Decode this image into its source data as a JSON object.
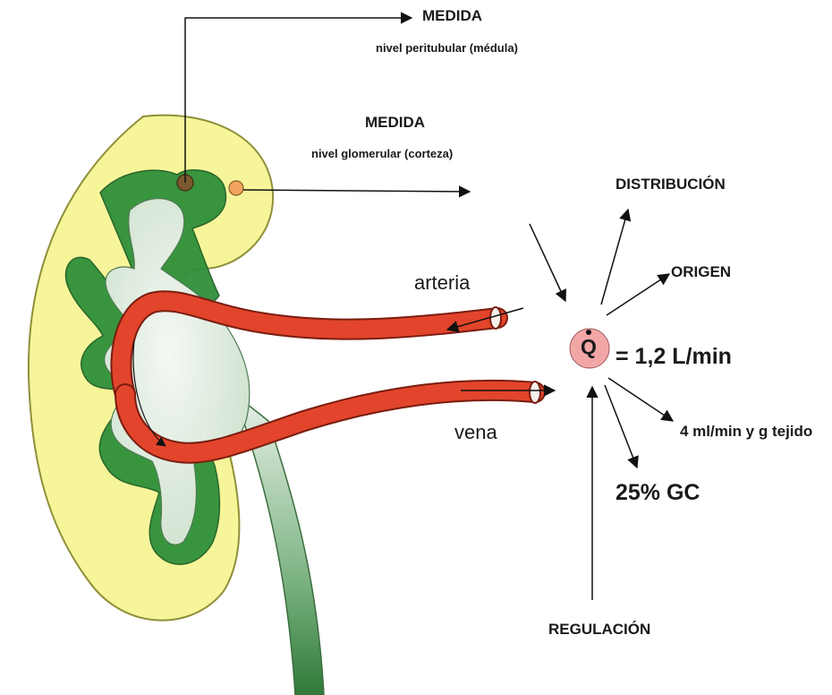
{
  "labels": {
    "medida_medula_title": "MEDIDA",
    "medida_medula_sub": "nivel peritubular (médula)",
    "medida_corteza_title": "MEDIDA",
    "medida_corteza_sub": "nivel glomerular (corteza)",
    "distribucion": "DISTRIBUCIÓN",
    "origen": "ORIGEN",
    "arteria": "arteria",
    "vena": "vena",
    "flow_value": "= 1,2 L/min",
    "tejido": "4 ml/min y g tejido",
    "gasto": "25% GC",
    "regulacion": "REGULACIÓN",
    "q_symbol": "Q"
  },
  "colors": {
    "cortex_yellow": "#f7f59a",
    "medulla_green": "#2f8f3a",
    "pelvis_pale": "#e6efe6",
    "vessel_red": "#e2452b",
    "q_circle_pink": "#f2a6a6",
    "medulla_dot": "#7a5a2e",
    "cortex_dot": "#f0a460"
  }
}
